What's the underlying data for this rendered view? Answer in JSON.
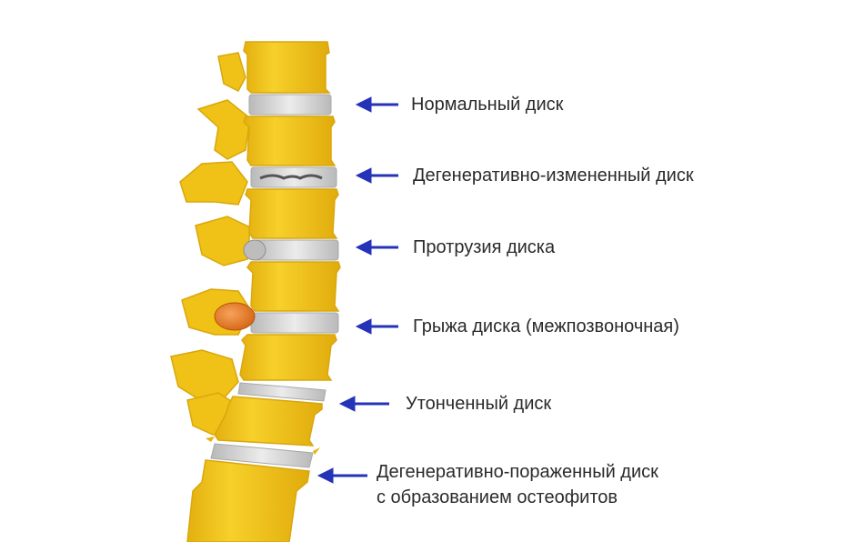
{
  "colors": {
    "bone": "#f2c318",
    "bone_dark": "#d9a70c",
    "disc": "#d4d4d4",
    "arrow": "#2433b8",
    "hernia": "#e0761f"
  },
  "labels": {
    "normal": "Нормальный диск",
    "degenerative_changed": "Дегенеративно-измененный диск",
    "protrusion": "Протрузия диска",
    "hernia": "Грыжа диска (межпозвоночная)",
    "thinned": "Утонченный диск",
    "degenerative_affected_1": "Дегенеративно-пораженный диск",
    "degenerative_affected_2": "с образованием остеофитов"
  }
}
